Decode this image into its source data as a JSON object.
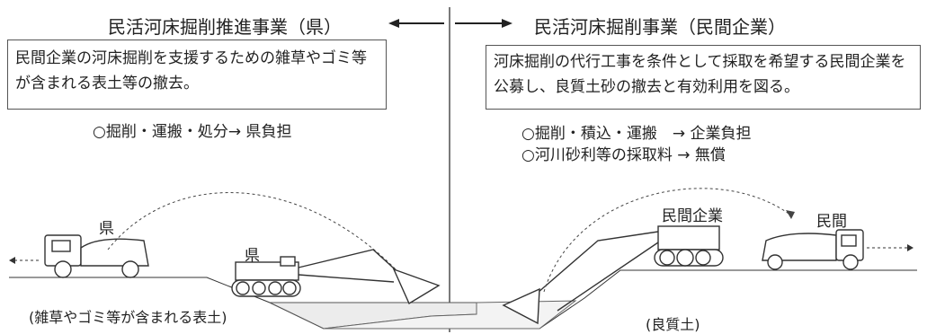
{
  "left": {
    "title": "民活河床掘削推進事業（県）",
    "description": "民間企業の河床掘削を支援するための雑草やゴミ等が含まれる表土等の撤去。",
    "cost_line": "○掘削・運搬・処分→ 県負担",
    "truck_label": "県",
    "excavator_label": "県",
    "soil_note": "(雑草やゴミ等が含まれる表土)"
  },
  "right": {
    "title": "民活河床掘削事業（民間企業）",
    "description": "河床掘削の代行工事を条件として採取を希望する民間企業を公募し、良質土砂の撤去と有効利用を図る。",
    "cost_line_1": "○掘削・積込・運搬　→ 企業負担",
    "cost_line_2": "○河川砂利等の採取料 → 無償",
    "excavator_label": "民間企業",
    "truck_label": "民間",
    "soil_note": "(良質土)"
  }
}
